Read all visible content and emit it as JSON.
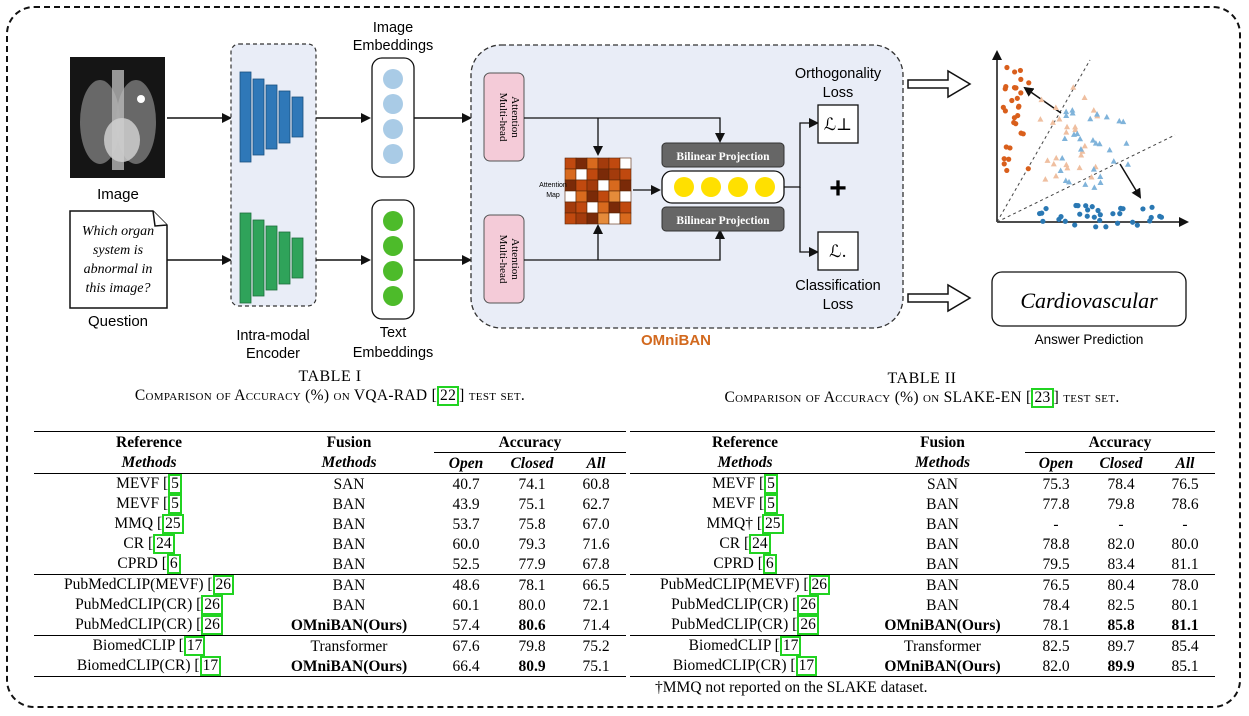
{
  "figure": {
    "image_label": "Image",
    "question_text": [
      "Which organ",
      "system is",
      "abnormal in",
      "this image?"
    ],
    "question_label": "Question",
    "encoder_label": [
      "Intra-modal",
      "Encoder"
    ],
    "image_embeddings_label": [
      "Image",
      "Embeddings"
    ],
    "text_embeddings_label": [
      "Text",
      "Embeddings"
    ],
    "attention_label": [
      "Multi-head",
      "Attention"
    ],
    "attention_map_label": [
      "Attention",
      "Map"
    ],
    "bilinear_label": "Bilinear Projection",
    "module_name": "OMniBAN",
    "ortho_loss_label": [
      "Orthogonality",
      "Loss"
    ],
    "ortho_symbol": "ℒ⊥",
    "class_loss_label": [
      "Classification",
      "Loss"
    ],
    "class_symbol": "ℒ.",
    "plus": "+",
    "answer_text": "Cardiovascular",
    "answer_label": "Answer Prediction",
    "colors": {
      "encoder_image": "#2f78b8",
      "encoder_text": "#2fa35a",
      "module_bg": "#e9edf7",
      "attention_box": "#f4cbd8",
      "accent_title": "#d2691e",
      "embed_image": "#a9cbe6",
      "embed_text": "#4dbb2a",
      "yellow_dots": "#ffe000",
      "scatter_orange": "#d95f1c",
      "scatter_peach": "#efbfa0",
      "scatter_lightblue": "#7fb3da",
      "scatter_blue": "#2a78b3"
    }
  },
  "table1": {
    "number": "TABLE I",
    "caption_pre": "Comparison of Accuracy (%) on VQA-RAD [",
    "caption_ref": "22",
    "caption_post": "] test set.",
    "headers": {
      "ref1": "Reference",
      "ref2": "Methods",
      "fus1": "Fusion",
      "fus2": "Methods",
      "acc": "Accuracy",
      "open": "Open",
      "closed": "Closed",
      "all": "All"
    },
    "rows": [
      {
        "method": "MEVF [",
        "ref": "5",
        "fusion": "SAN",
        "open": "40.7",
        "closed": "74.1",
        "all": "60.8"
      },
      {
        "method": "MEVF [",
        "ref": "5",
        "fusion": "BAN",
        "open": "43.9",
        "closed": "75.1",
        "all": "62.7"
      },
      {
        "method": "MMQ [",
        "ref": "25",
        "fusion": "BAN",
        "open": "53.7",
        "closed": "75.8",
        "all": "67.0"
      },
      {
        "method": "CR [",
        "ref": "24",
        "fusion": "BAN",
        "open": "60.0",
        "closed": "79.3",
        "all": "71.6"
      },
      {
        "method": "CPRD [",
        "ref": "6",
        "fusion": "BAN",
        "open": "52.5",
        "closed": "77.9",
        "all": "67.8"
      },
      {
        "method": "PubMedCLIP(MEVF) [",
        "ref": "26",
        "fusion": "BAN",
        "open": "48.6",
        "closed": "78.1",
        "all": "66.5"
      },
      {
        "method": "PubMedCLIP(CR) [",
        "ref": "26",
        "fusion": "BAN",
        "open": "60.1",
        "closed": "80.0",
        "all": "72.1"
      },
      {
        "method": "PubMedCLIP(CR) [",
        "ref": "26",
        "fusion": "OMniBAN(Ours)",
        "open": "57.4",
        "closed": "80.6",
        "all": "71.4"
      },
      {
        "method": "BiomedCLIP [",
        "ref": "17",
        "fusion": "Transformer",
        "open": "67.6",
        "closed": "79.8",
        "all": "75.2"
      },
      {
        "method": "BiomedCLIP(CR) [",
        "ref": "17",
        "fusion": "OMniBAN(Ours)",
        "open": "66.4",
        "closed": "80.9",
        "all": "75.1"
      }
    ]
  },
  "table2": {
    "number": "TABLE II",
    "caption_pre": "Comparison of Accuracy (%) on SLAKE-EN [",
    "caption_ref": "23",
    "caption_post": "] test set.",
    "headers": {
      "ref1": "Reference",
      "ref2": "Methods",
      "fus1": "Fusion",
      "fus2": "Methods",
      "acc": "Accuracy",
      "open": "Open",
      "closed": "Closed",
      "all": "All"
    },
    "rows": [
      {
        "method": "MEVF [",
        "ref": "5",
        "fusion": "SAN",
        "open": "75.3",
        "closed": "78.4",
        "all": "76.5"
      },
      {
        "method": "MEVF [",
        "ref": "5",
        "fusion": "BAN",
        "open": "77.8",
        "closed": "79.8",
        "all": "78.6"
      },
      {
        "method": "MMQ† [",
        "ref": "25",
        "fusion": "BAN",
        "open": "-",
        "closed": "-",
        "all": "-"
      },
      {
        "method": "CR [",
        "ref": "24",
        "fusion": "BAN",
        "open": "78.8",
        "closed": "82.0",
        "all": "80.0"
      },
      {
        "method": "CPRD [",
        "ref": "6",
        "fusion": "BAN",
        "open": "79.5",
        "closed": "83.4",
        "all": "81.1"
      },
      {
        "method": "PubMedCLIP(MEVF) [",
        "ref": "26",
        "fusion": "BAN",
        "open": "76.5",
        "closed": "80.4",
        "all": "78.0"
      },
      {
        "method": "PubMedCLIP(CR) [",
        "ref": "26",
        "fusion": "BAN",
        "open": "78.4",
        "closed": "82.5",
        "all": "80.1"
      },
      {
        "method": "PubMedCLIP(CR) [",
        "ref": "26",
        "fusion": "OMniBAN(Ours)",
        "open": "78.1",
        "closed": "85.8",
        "all": "81.1"
      },
      {
        "method": "BiomedCLIP [",
        "ref": "17",
        "fusion": "Transformer",
        "open": "82.5",
        "closed": "89.7",
        "all": "85.4"
      },
      {
        "method": "BiomedCLIP(CR) [",
        "ref": "17",
        "fusion": "OMniBAN(Ours)",
        "open": "82.0",
        "closed": "89.9",
        "all": "85.1"
      }
    ],
    "footnote": "†MMQ not reported on the SLAKE dataset."
  }
}
